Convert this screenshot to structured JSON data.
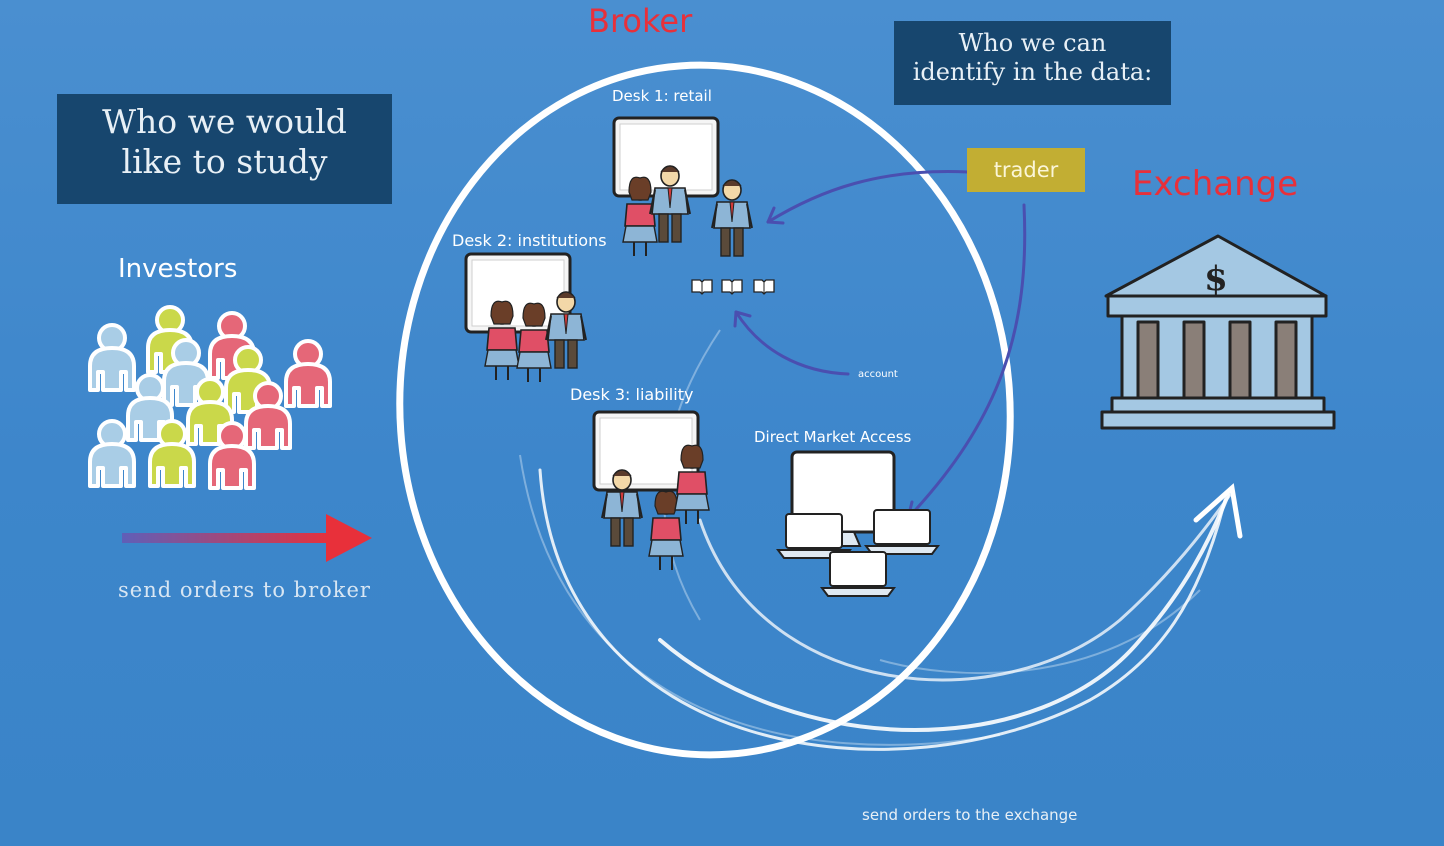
{
  "labels": {
    "broker": "Broker",
    "exchange": "Exchange",
    "study_box": [
      "Who we would",
      "like to study"
    ],
    "identify_box": [
      "Who we can",
      "identify in the data:"
    ],
    "trader": "trader",
    "investors": "Investors",
    "send_to_broker": "send orders to broker",
    "send_to_exchange": "send orders to the exchange",
    "desk1": "Desk 1: retail",
    "desk2": "Desk 2: institutions",
    "desk3": "Desk 3: liability",
    "dma": "Direct Market Access",
    "account": "account",
    "dollar": "$"
  },
  "colors": {
    "background": "#3d86cb",
    "dark_box": "#17466e",
    "title_red": "#e8303a",
    "trader_tag": "#c2ae33",
    "arrow_purple": "#4a4fb0",
    "person_blue": "#a9cde6",
    "person_yellow": "#cad84a",
    "person_pink": "#e56778",
    "bank_fill": "#a4c8e3",
    "pillar_gray": "#8a7f78"
  },
  "icons": [
    "person-icon",
    "desk-team-icon",
    "board-icon",
    "monitor-icon",
    "laptop-icon",
    "bank-icon",
    "account-book-icon"
  ]
}
